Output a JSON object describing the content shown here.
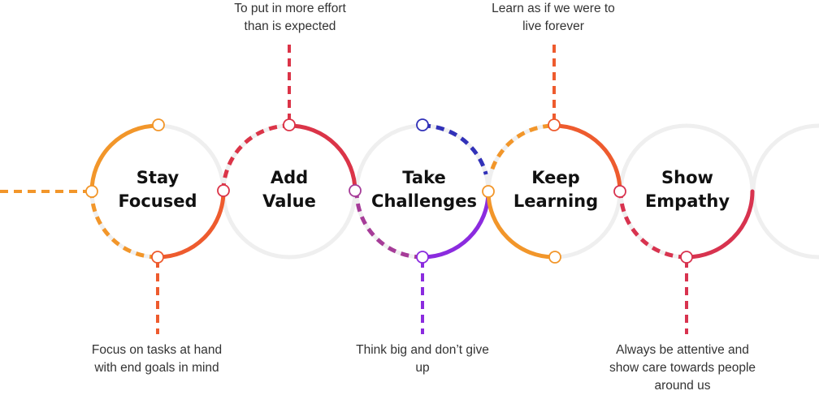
{
  "colors": {
    "orange": "#F2962A",
    "orange_red": "#EE5B2E",
    "red": "#DB3448",
    "crimson": "#D8334F",
    "purple": "#8B2BDF",
    "magenta": "#A63C98",
    "indigo": "#3131B8",
    "ring_gray": "#EFEFEF",
    "text": "#111111",
    "caption_text": "#333333"
  },
  "circles": [
    {
      "id": "stay-focused",
      "title_lines": [
        "Stay",
        "Focused"
      ]
    },
    {
      "id": "add-value",
      "title_lines": [
        "Add",
        "Value"
      ]
    },
    {
      "id": "take-challenges",
      "title_lines": [
        "Take",
        "Challenges"
      ]
    },
    {
      "id": "keep-learning",
      "title_lines": [
        "Keep",
        "Learning"
      ]
    },
    {
      "id": "show-empathy",
      "title_lines": [
        "Show",
        "Empathy"
      ]
    }
  ],
  "captions": {
    "add_value": [
      "To put in more effort",
      "than is expected"
    ],
    "keep_learning": [
      "Learn as if we were to",
      "live forever"
    ],
    "stay_focused": [
      "Focus on tasks at hand",
      "with end goals in mind"
    ],
    "take_challenges": [
      "Think big and don’t give",
      "up"
    ],
    "show_empathy": [
      "Always be attentive and",
      "show care towards people",
      "around us"
    ]
  }
}
